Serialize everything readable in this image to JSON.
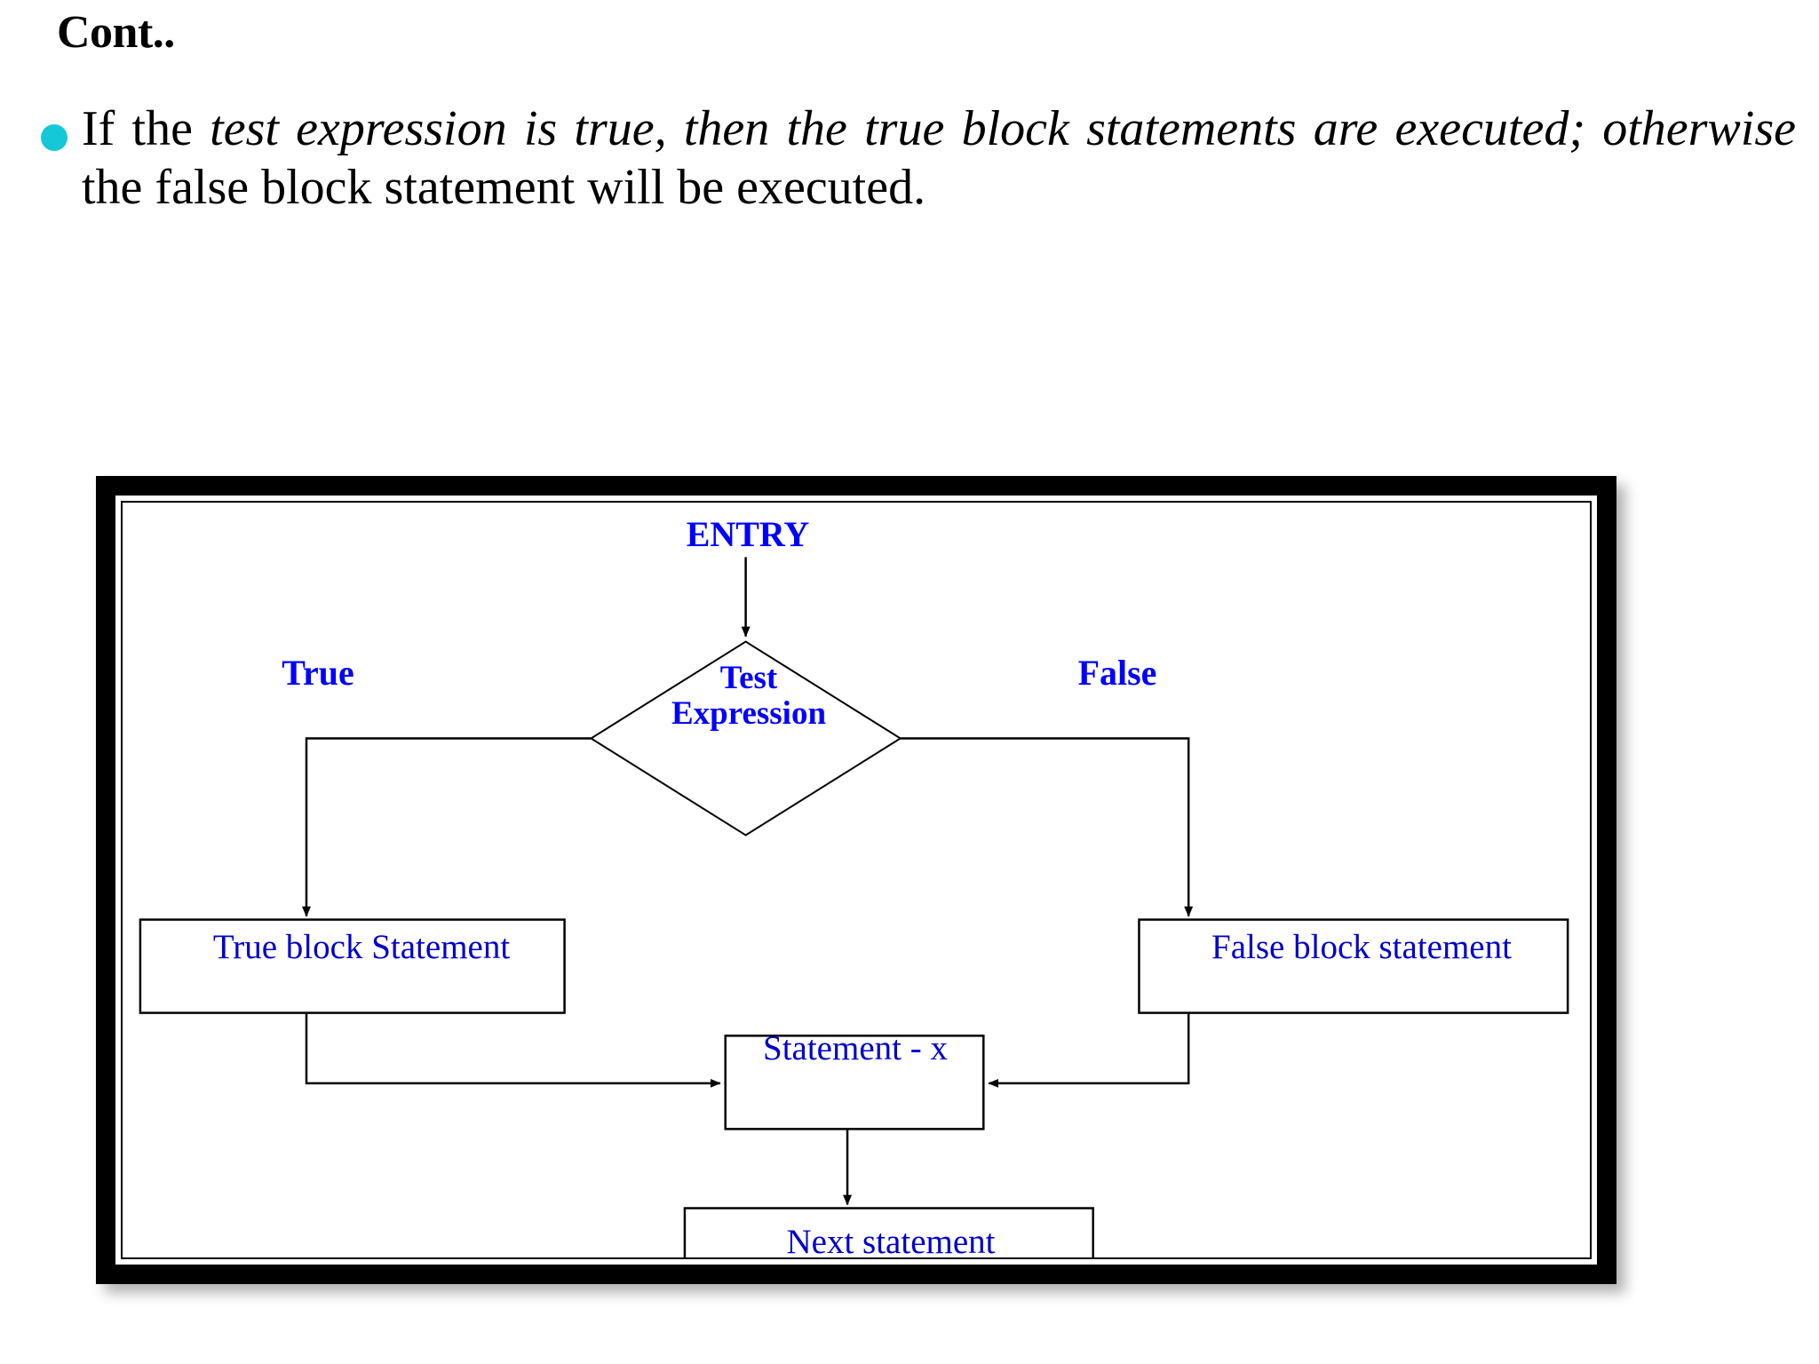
{
  "slide": {
    "title": "Cont..",
    "bullet_marker_color": "#14C8D7",
    "bullet": {
      "segment_1": "If the ",
      "segment_2_italic": "test expression is true, then the true block statements are executed; otherwise",
      "segment_3": " the false block statement will be executed."
    }
  },
  "flowchart": {
    "title": "if-else flowchart",
    "text_color": "#0000FF",
    "line_color": "#000000",
    "entry_label": "ENTRY",
    "decision": {
      "line_1": "Test",
      "line_2": "Expression"
    },
    "branch_true_label": "True",
    "branch_false_label": "False",
    "true_block": "True block Statement",
    "false_block": "False block statement",
    "merge_block": "Statement - x",
    "next_block": "Next statement"
  }
}
